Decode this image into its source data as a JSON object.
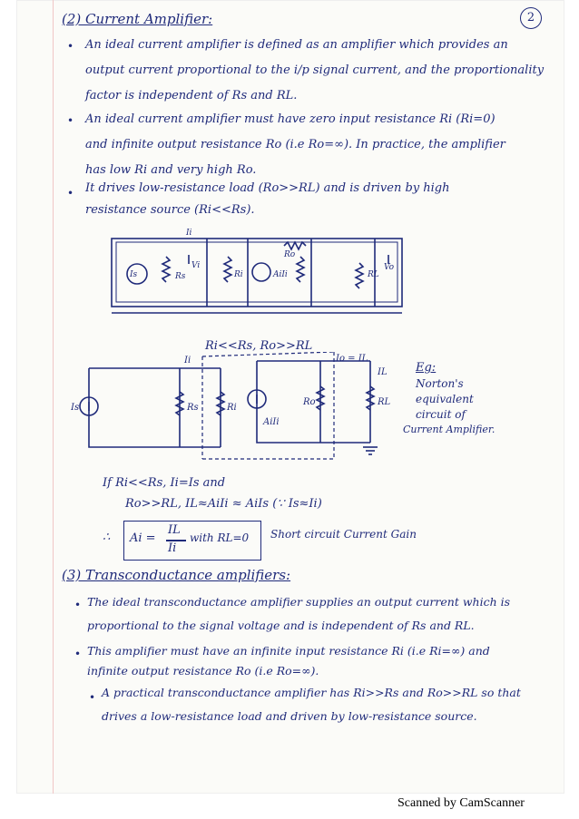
{
  "page_number": "2",
  "section2": {
    "heading": "(2) Current Amplifier:",
    "p1_line1": "An ideal current amplifier is defined as an amplifier which provides an",
    "p1_line2": "output current proportional to the i/p signal current, and the proportionality",
    "p1_line3": "factor is independent of Rs and RL.",
    "p2_line1": "An ideal current amplifier must have zero input resistance Ri (Ri=0)",
    "p2_line2": "and infinite output resistance Ro (i.e Ro=∞). In practice, the amplifier",
    "p2_line3": "has low Ri and very high Ro.",
    "p3_line1": "It drives low-resistance load (Ro>>RL) and is driven by high",
    "p3_line2": "resistance source (Ri<<Rs)."
  },
  "circuit1": {
    "labels": {
      "is": "Is",
      "rs": "Rs",
      "vi": "Vi",
      "ri": "Ri",
      "ro": "Ro",
      "aiii": "AiIi",
      "rl": "RL",
      "vo": "Vo",
      "ii": "Ii"
    }
  },
  "circuit2": {
    "condition": "Ri<<Rs, Ro>>RL",
    "ii_label": "Ii",
    "io_label": "Io = IL",
    "il_label": "IL",
    "is_label": "Is",
    "rs_label": "Rs",
    "ri_label": "Ri",
    "ro_label": "Ro",
    "aiii_label": "AiIi",
    "rl_label": "RL"
  },
  "note": {
    "title": "Eg:",
    "line1": "Norton's",
    "line2": "equivalent",
    "line3": "circuit of",
    "line4": "Current Amplifier."
  },
  "derivation": {
    "line1": "If Ri<<Rs, Ii=Is and",
    "line2": "Ro>>RL, IL≈AiIi ≈ AiIs (∵ Is≈Ii)",
    "therefore": "∴",
    "formula_lhs": "Ai =",
    "formula_num": "IL",
    "formula_den": "Ii",
    "formula_cond": "with RL=0",
    "formula_name": "Short circuit Current Gain"
  },
  "section3": {
    "heading": "(3) Transconductance amplifiers:",
    "p1_line1": "The ideal transconductance amplifier supplies an output current which is",
    "p1_line2": "proportional to the signal voltage and is independent of Rs and RL.",
    "p2_line1": "This amplifier must have an infinite input resistance Ri (i.e Ri=∞) and",
    "p2_line2": "infinite output resistance Ro (i.e Ro=∞).",
    "p3_line1": "A practical transconductance amplifier has Ri>>Rs and Ro>>RL so that",
    "p3_line2": "drives a low-resistance load and driven by low-resistance source."
  },
  "footer": "Scanned by CamScanner",
  "colors": {
    "ink": "#1f2a7a",
    "paper": "#fbfbf8",
    "margin": "#f0c6c6"
  }
}
